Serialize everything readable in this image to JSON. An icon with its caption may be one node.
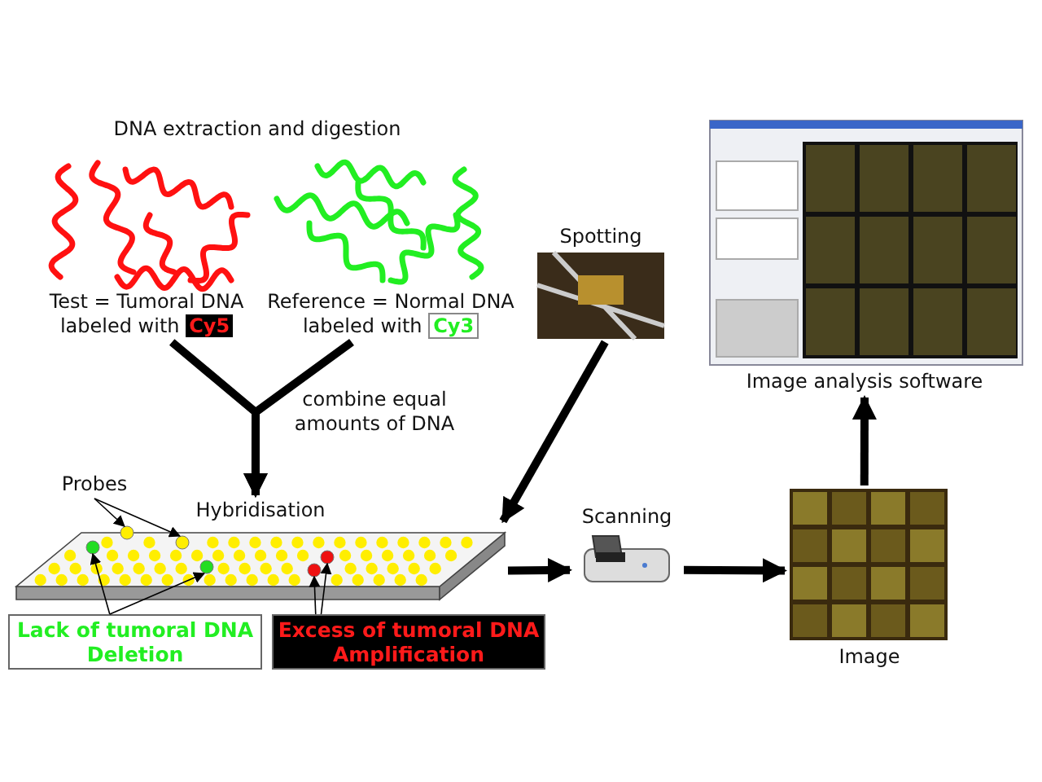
{
  "diagram": {
    "nodes": [
      {
        "text": [
          "Test = Tumoral DNA labeled with **Cy5**"
        ]
      },
      {
        "text": [
          "Reference = Normal DNA labeled with **Cy3**"
        ]
      },
      {
        "text": [
          "Spotting"
        ]
      },
      {
        "text": [
          "Hybridisation"
        ]
      },
      {
        "text": [
          "Probes"
        ]
      },
      {
        "text": [],
        "shape": "circle",
        "in": 3
      },
      {
        "text": [],
        "shape": "circle",
        "in": 3
      },
      {
        "text": [],
        "shape": "circle",
        "in": 3
      },
      {
        "text": [],
        "shape": "circle",
        "in": 3
      },
      {
        "text": [],
        "shape": "circle",
        "in": 3
      },
      {
        "text": [],
        "shape": "circle",
        "in": 3
      },
      {
        "text": [
          "Lack of tumoral DNA",
          "Deletion"
        ]
      },
      {
        "text": [
          "Excess of tumoral DNA",
          "Amplification"
        ]
      },
      {
        "text": [
          "Scanning"
        ]
      },
      {
        "text": [
          "Image"
        ]
      },
      {
        "text": [
          "Image analysis software"
        ]
      }
    ],
    "edges": [
      {
        "from": 0,
        "to": 3,
        "arrow": "to",
        "style": "thick"
      },
      {
        "from": 1,
        "to": 3,
        "arrow": "to",
        "style": "thick"
      },
      {
        "from": 2,
        "to": 3,
        "arrow": "to",
        "style": "thick"
      },
      {
        "from": 3,
        "to": 13,
        "arrow": "to",
        "style": "thick"
      },
      {
        "from": 13,
        "to": 14,
        "arrow": "to",
        "style": "thick"
      },
      {
        "from": 14,
        "to": 15,
        "arrow": "to",
        "style": "thick"
      },
      {
        "from": 4,
        "to": 6,
        "arrow": "to"
      },
      {
        "from": 4,
        "to": 7,
        "arrow": "to"
      },
      {
        "from": 11,
        "to": 5,
        "arrow": "to"
      },
      {
        "from": 11,
        "to": 8,
        "arrow": "to"
      },
      {
        "from": 12,
        "to": 9,
        "arrow": "to"
      },
      {
        "from": 12,
        "to": 10,
        "arrow": "to"
      }
    ],
    "labels": [
      "DNA extraction and digestion",
      "combine equal amounts of DNA"
    ]
  }
}
